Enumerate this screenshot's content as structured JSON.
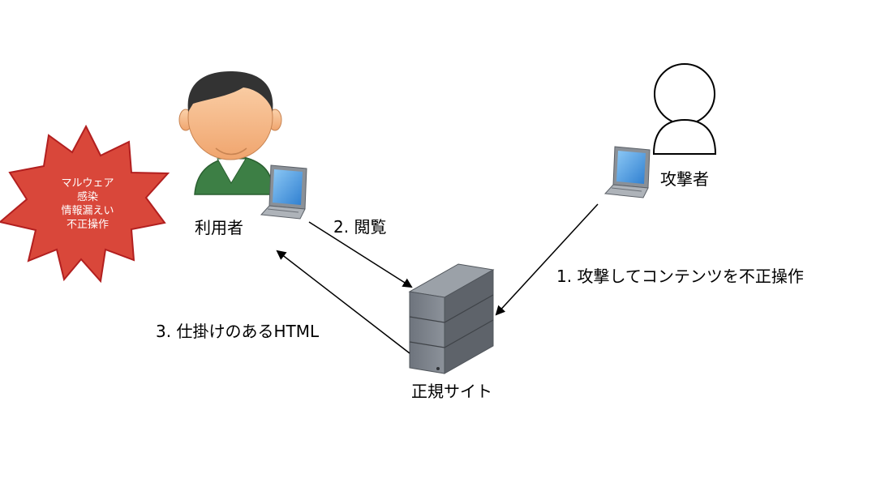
{
  "nodes": {
    "user": {
      "label": "利用者"
    },
    "attacker": {
      "label": "攻撃者"
    },
    "site": {
      "label": "正規サイト"
    }
  },
  "burst": {
    "lines": [
      "マルウェア",
      "感染",
      "情報漏えい",
      "不正操作"
    ],
    "fill": "#d9473a",
    "stroke": "#b21f1f"
  },
  "edges": {
    "attack": {
      "label": "1. 攻撃してコンテンツを不正操作"
    },
    "browse": {
      "label": "2. 閲覧"
    },
    "html": {
      "label": "3. 仕掛けのあるHTML"
    }
  },
  "colors": {
    "user_shirt": "#3d7f45",
    "user_skin": "#f6b98a",
    "user_hair": "#333333",
    "server_body": "#747b85",
    "laptop_screen": "#4fa3e6"
  }
}
